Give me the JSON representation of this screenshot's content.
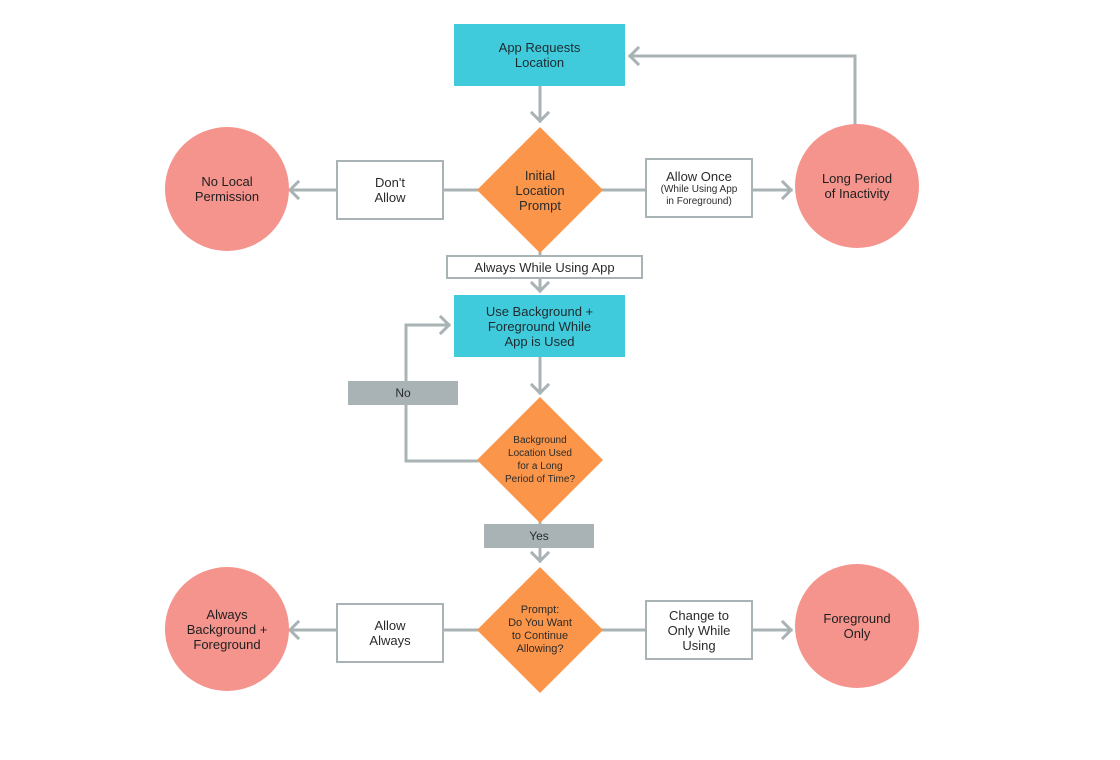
{
  "nodes": {
    "app_requests": "App Requests\nLocation",
    "initial_prompt": "Initial\nLocation\nPrompt",
    "dont_allow": "Don't\nAllow",
    "no_local": "No Local\nPermission",
    "allow_once_title": "Allow Once",
    "allow_once_sub": "(While Using App\nin Foreground)",
    "long_period": "Long Period\nof Inactivity",
    "always_while_using": "Always While Using App",
    "use_background": "Use Background +\nForeground While\nApp is Used",
    "no_label": "No",
    "background_used": "Background\nLocation Used\nfor a Long\nPeriod of Time?",
    "yes_label": "Yes",
    "prompt_continue": "Prompt:\nDo You Want\nto Continue\nAllowing?",
    "allow_always": "Allow\nAlways",
    "always_bg_fg": "Always\nBackground +\nForeground",
    "change_only": "Change to\nOnly While\nUsing",
    "foreground_only": "Foreground\nOnly"
  },
  "colors": {
    "teal": "#3fcbdc",
    "orange": "#fb9549",
    "coral": "#f4948d",
    "connector": "#a9b3b6"
  }
}
